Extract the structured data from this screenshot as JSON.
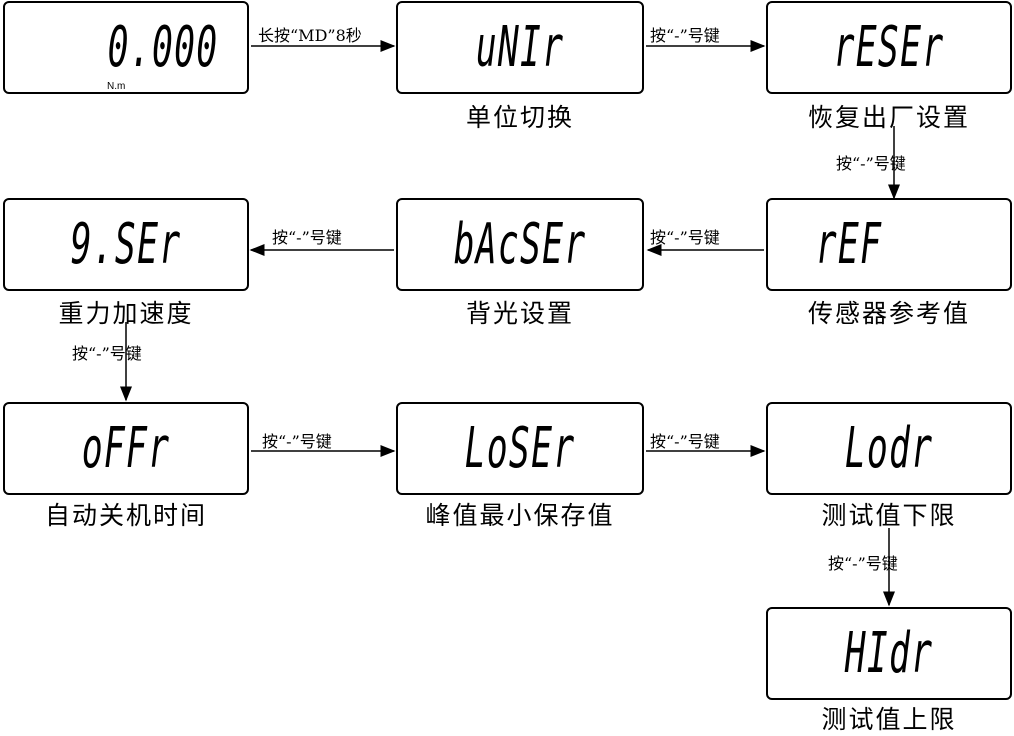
{
  "screens": {
    "start": {
      "value": "0.000",
      "unit": "N.m"
    },
    "unit": {
      "value": "uNIr",
      "caption": "单位切换"
    },
    "reset": {
      "value": "rESEr",
      "caption": "恢复出厂设置"
    },
    "ref": {
      "value": "rEF",
      "caption": "传感器参考值"
    },
    "back": {
      "value": "bAcSEr",
      "caption": "背光设置"
    },
    "gset": {
      "value": "9.SEr",
      "caption": "重力加速度"
    },
    "off": {
      "value": "oFFr",
      "caption": "自动关机时间"
    },
    "lo": {
      "value": "LoSEr",
      "caption": "峰值最小保存值"
    },
    "lod": {
      "value": "Lodr",
      "caption": "测试值下限"
    },
    "hid": {
      "value": "HIdr",
      "caption": "测试值上限"
    }
  },
  "arrows": {
    "long_press": "长按“MD”8秒",
    "press_minus": "按“-”号键"
  }
}
